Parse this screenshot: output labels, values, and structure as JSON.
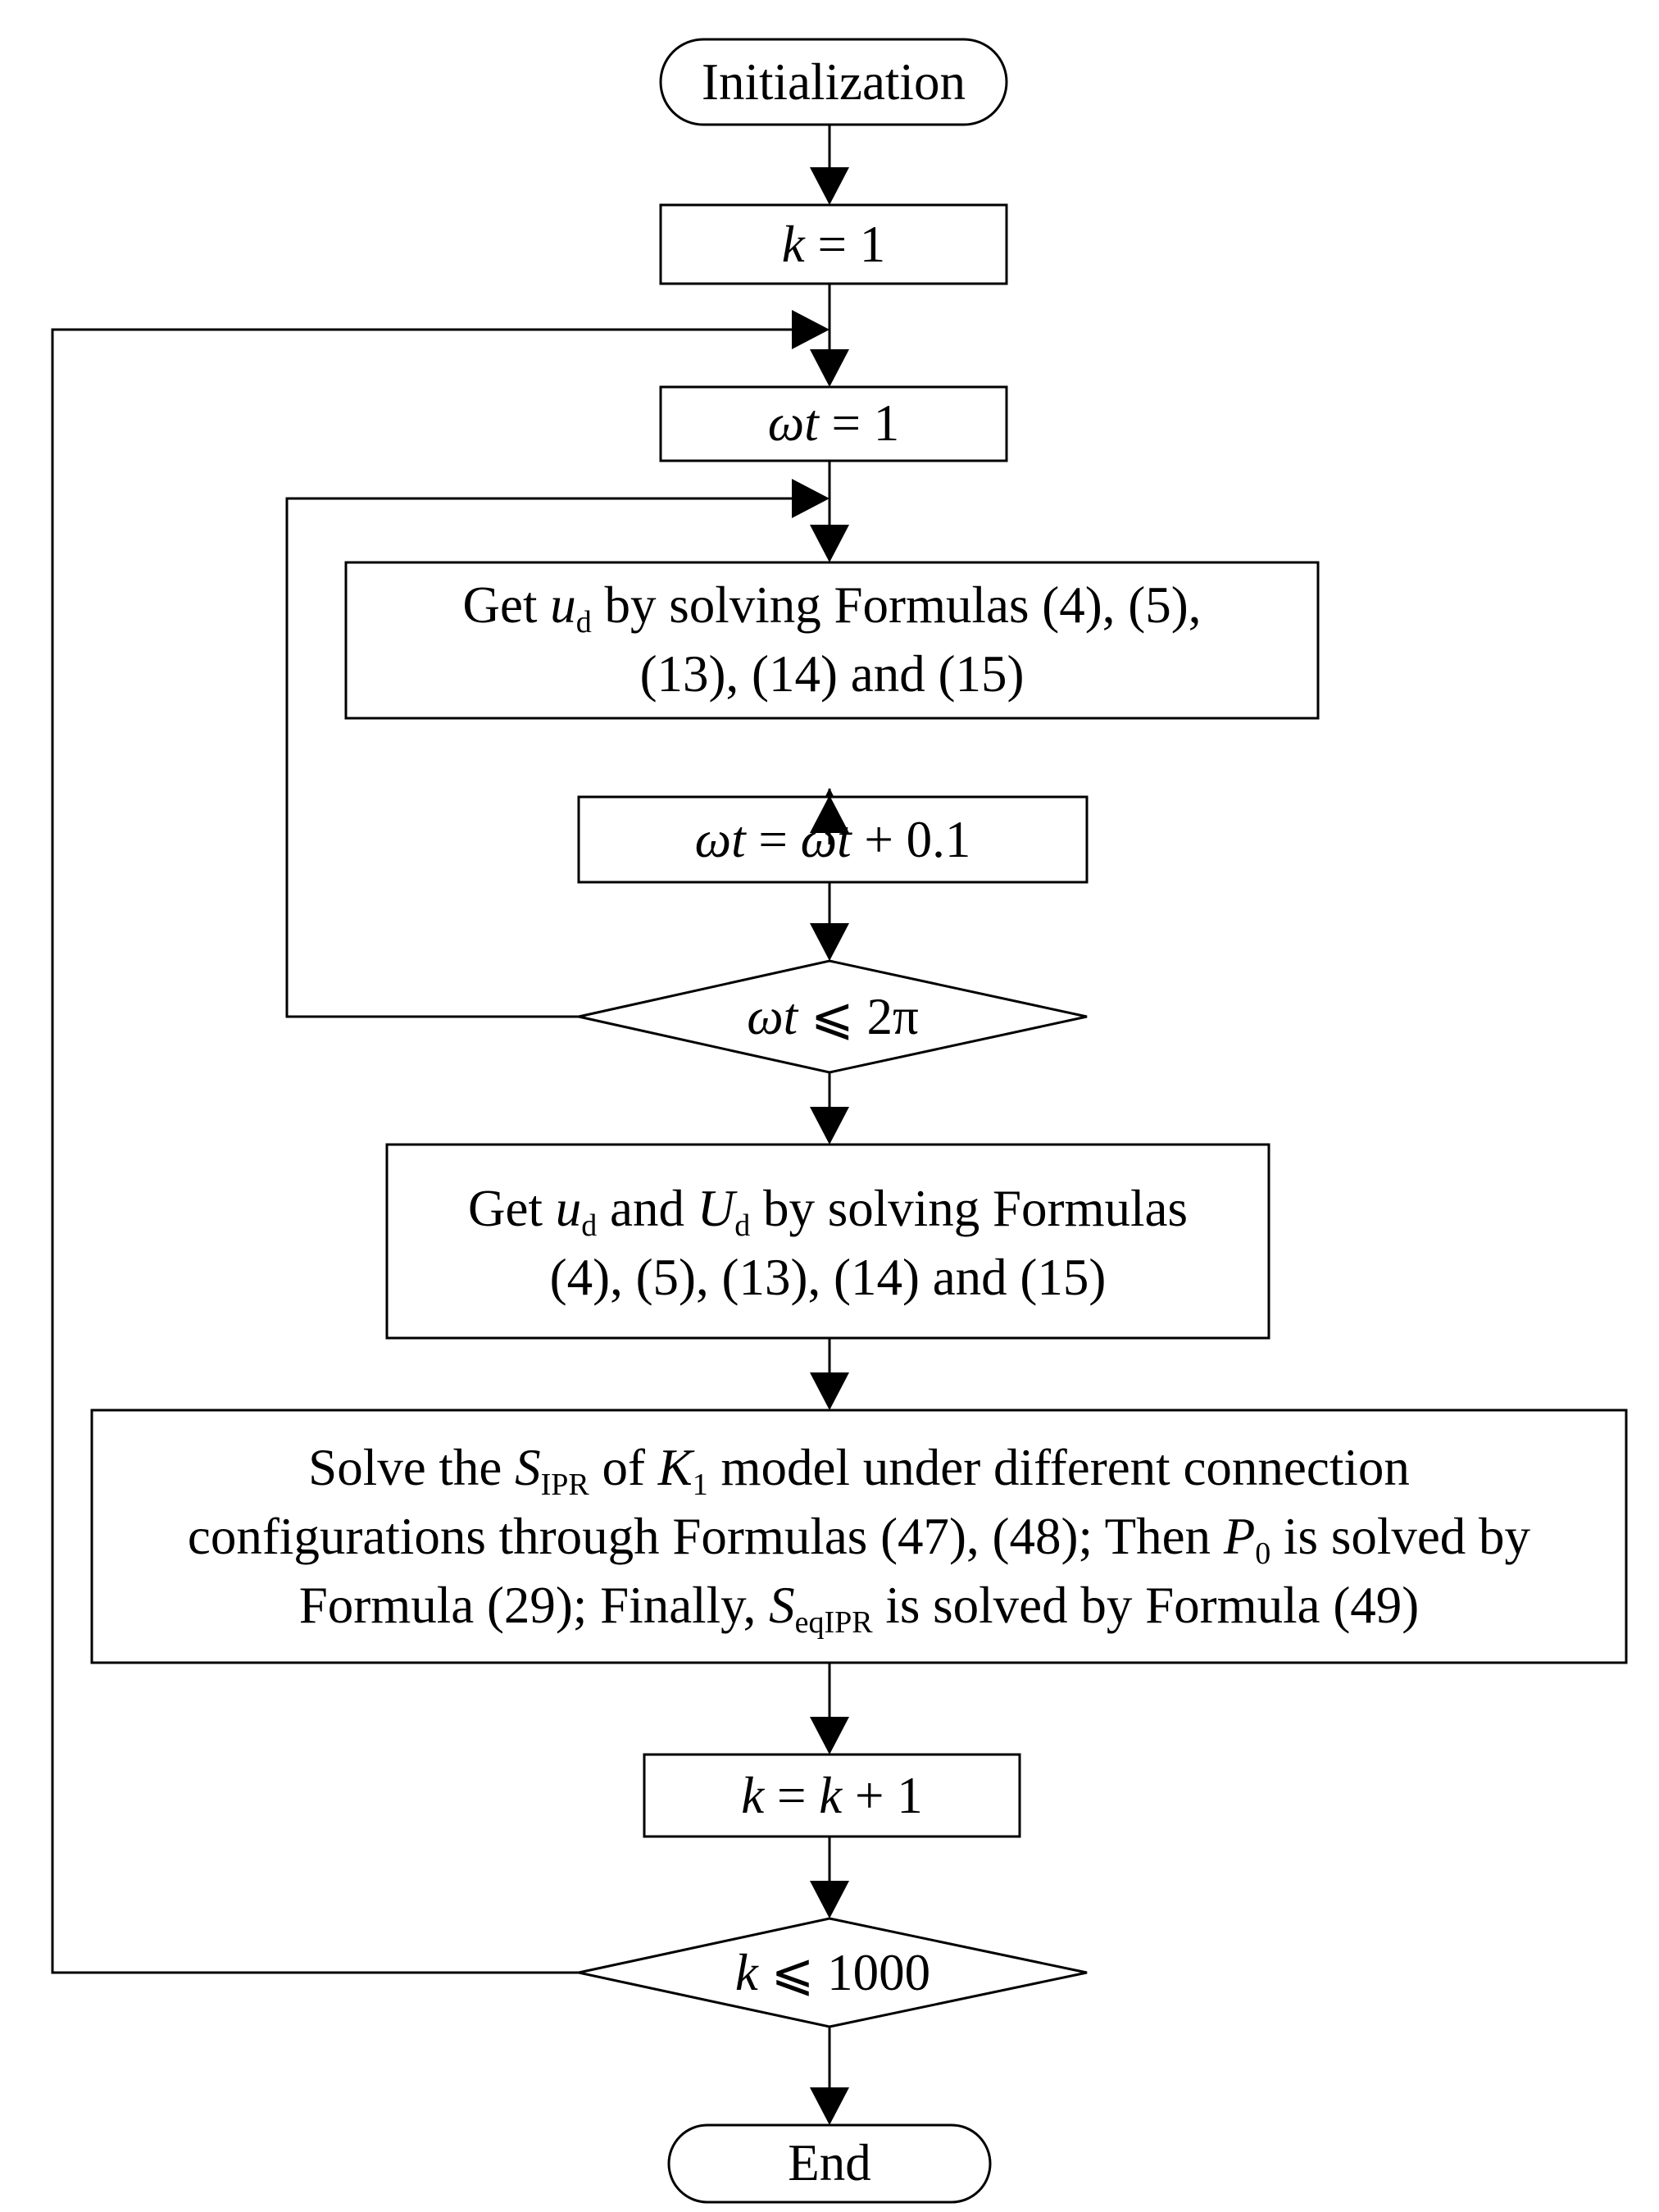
{
  "flowchart": {
    "start": "Initialization",
    "init_k": {
      "var": "k",
      "op": " = ",
      "val": "1"
    },
    "init_wt": {
      "var": "ωt",
      "op": " = ",
      "val": "1"
    },
    "step_get_ud": {
      "line1_a": "Get ",
      "line1_var": "u",
      "line1_sub": "d",
      "line1_b": " by solving Formulas (4), (5),",
      "line2": "(13), (14) and (15)"
    },
    "increment_wt": {
      "var1": "ωt",
      "op": " = ",
      "var2": "ωt",
      "rest": " + 0.1"
    },
    "decision_wt": {
      "var": "ωt",
      "rest": " ⩽ 2π"
    },
    "step_get_ud_Ud": {
      "line1_a": "Get ",
      "line1_var1": "u",
      "line1_sub1": "d",
      "line1_mid": " and ",
      "line1_var2": "U",
      "line1_sub2": "d",
      "line1_b": " by solving Formulas",
      "line2": "(4), (5), (13), (14) and (15)"
    },
    "step_solve": {
      "line1_a": "Solve the ",
      "line1_var1": "S",
      "line1_sub1": "IPR",
      "line1_mid": " of ",
      "line1_var2": "K",
      "line1_sub2": "1",
      "line1_b": " model under different connection",
      "line2_a": "configurations through Formulas (47), (48); Then ",
      "line2_var": "P",
      "line2_sub": "0",
      "line2_b": " is solved by",
      "line3_a": "Formula (29); Finally, ",
      "line3_var": "S",
      "line3_sub": "eqIPR",
      "line3_b": " is solved by Formula (49)"
    },
    "increment_k": {
      "var1": "k",
      "op": " = ",
      "var2": "k",
      "rest": " + 1"
    },
    "decision_k": {
      "var": "k",
      "rest": " ⩽ 1000"
    },
    "end": "End"
  }
}
